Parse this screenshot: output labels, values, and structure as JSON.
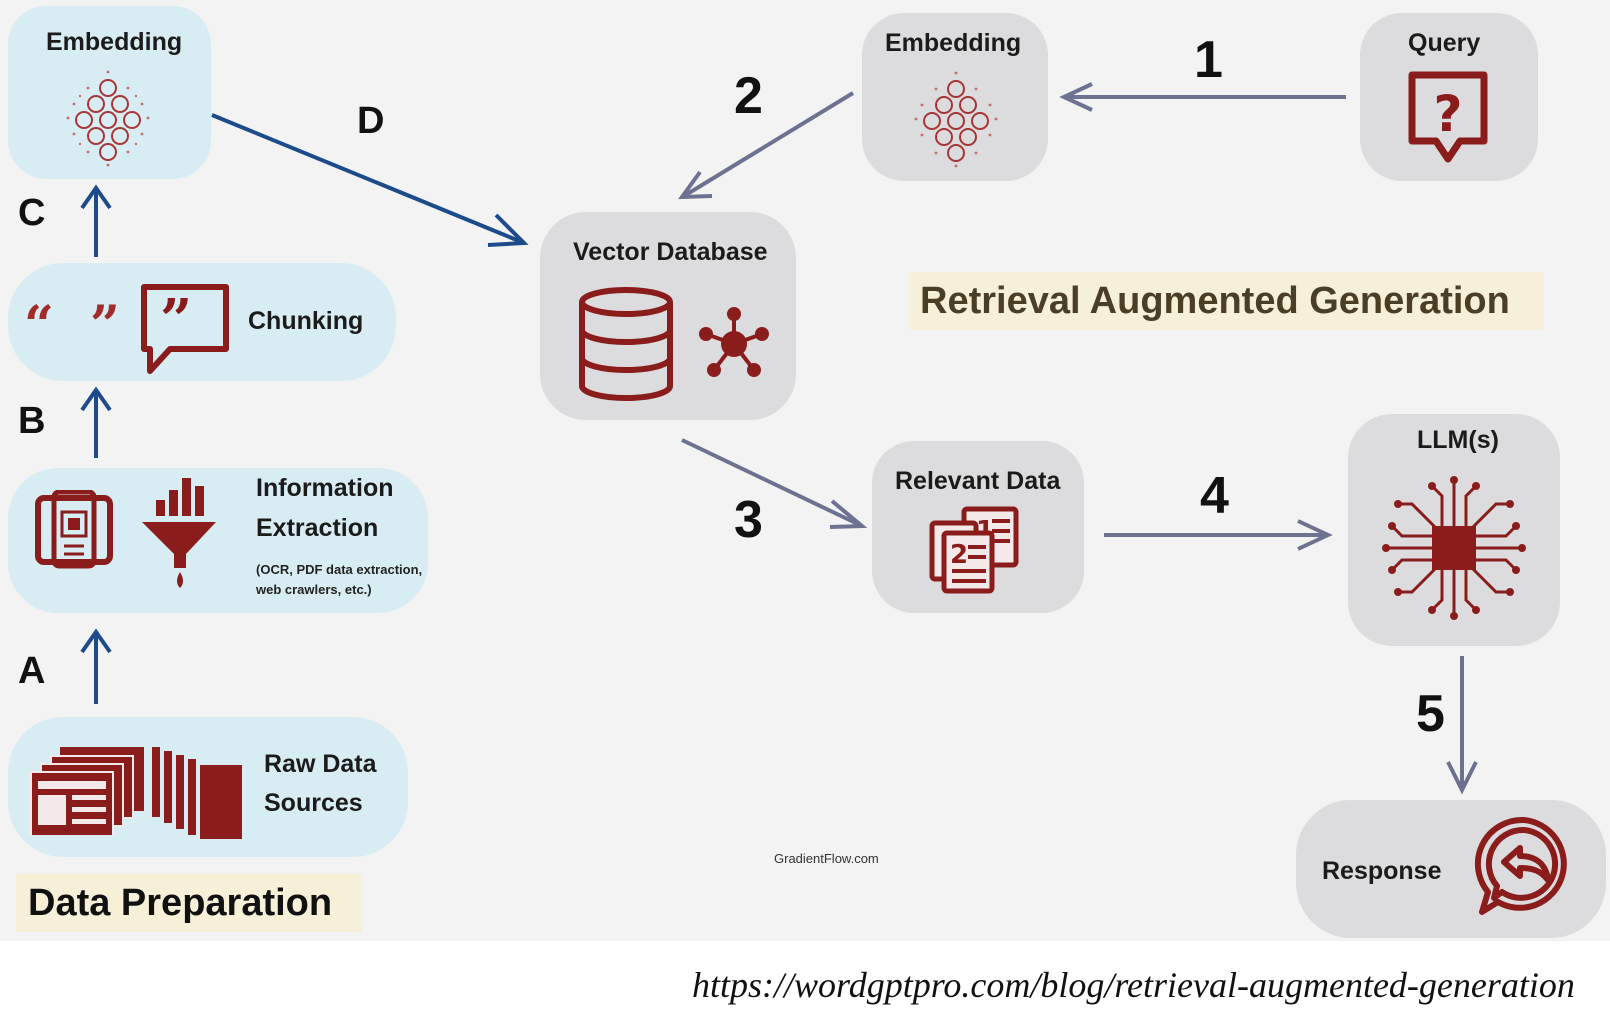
{
  "sections": {
    "data_preparation": "Data Preparation",
    "rag": "Retrieval Augmented Generation"
  },
  "nodes": {
    "embedding_left": "Embedding",
    "embedding_right": "Embedding",
    "query": "Query",
    "chunking": "Chunking",
    "information_extraction_line1": "Information",
    "information_extraction_line2": "Extraction",
    "information_extraction_note_line1": "(OCR, PDF data extraction,",
    "information_extraction_note_line2": "web crawlers, etc.)",
    "raw_data_line1": "Raw Data",
    "raw_data_line2": "Sources",
    "vector_database": "Vector Database",
    "relevant_data": "Relevant Data",
    "llms": "LLM(s)",
    "response": "Response"
  },
  "step_letters": {
    "a": "A",
    "b": "B",
    "c": "C",
    "d": "D"
  },
  "step_numbers": {
    "one": "1",
    "two": "2",
    "three": "3",
    "four": "4",
    "five": "5"
  },
  "credit": "GradientFlow.com",
  "source_url": "https://wordgptpro.com/blog/retrieval-augmented-generation",
  "colors": {
    "blue_box": "#d8edf3",
    "grey_box": "#dcdcde",
    "icon_red": "#8a1c1c",
    "arrow_blue": "#1d4a8a",
    "arrow_grey": "#6d7290",
    "label_bg": "#f7f0d8"
  },
  "icons": [
    "neural-network-icon",
    "question-bubble-icon",
    "quote-icon",
    "speech-bubble-icon",
    "document-scan-icon",
    "funnel-chart-icon",
    "newspaper-stack-icon",
    "document-stack-icon",
    "database-icon",
    "hub-icon",
    "numbered-documents-icon",
    "chip-circuit-icon",
    "reply-bubble-icon"
  ]
}
